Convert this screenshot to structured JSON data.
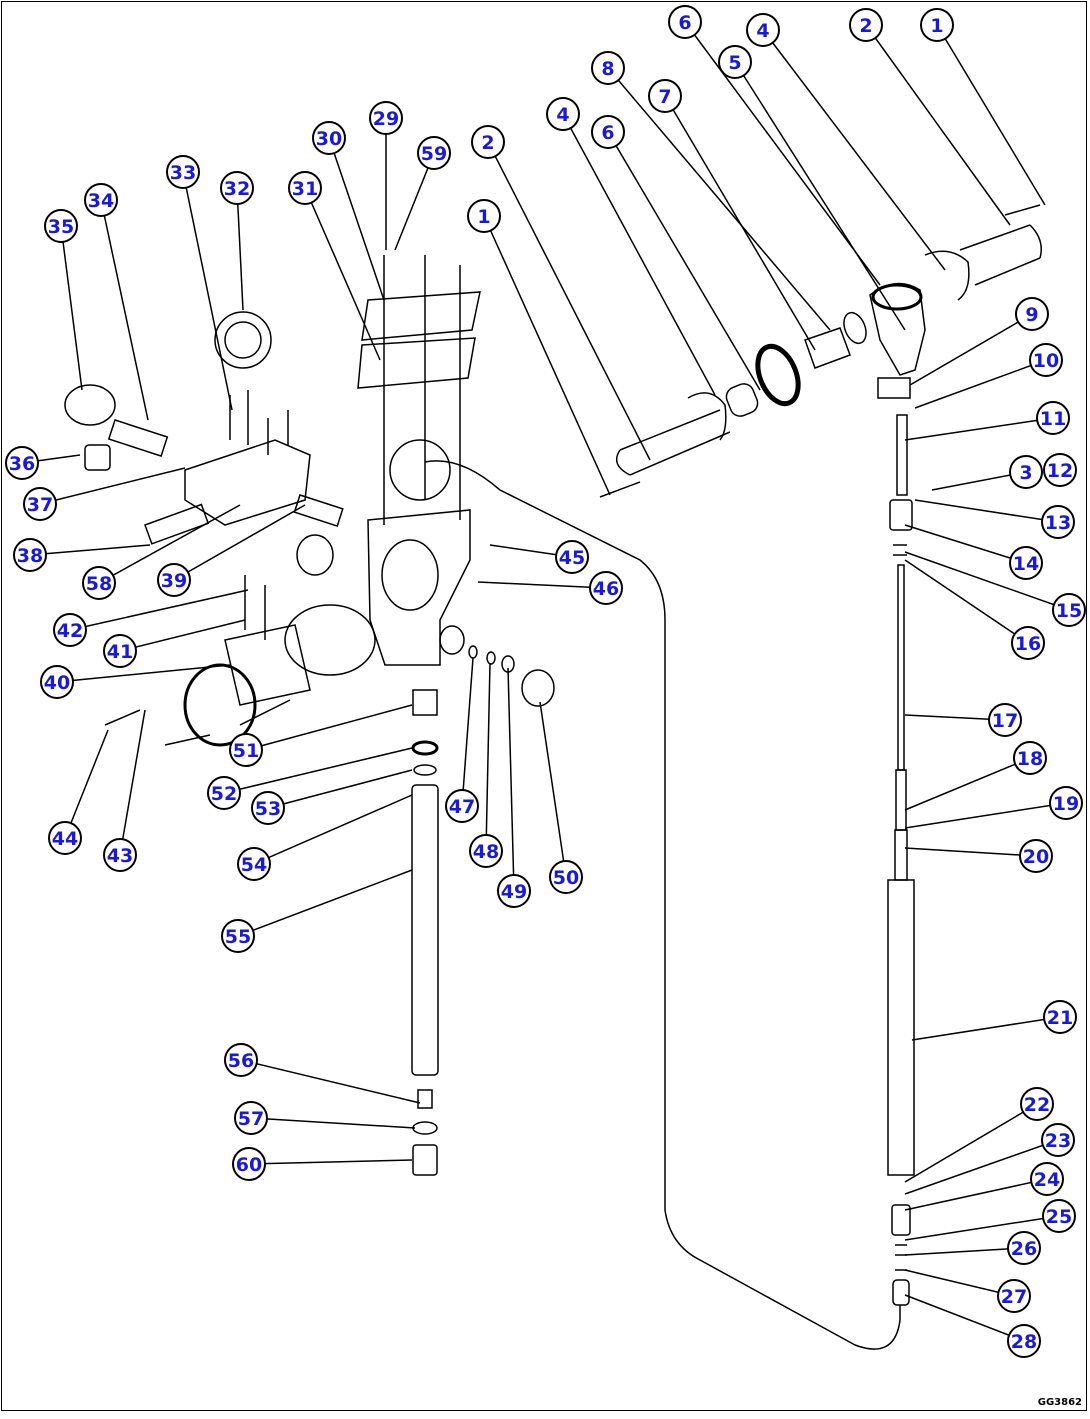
{
  "callouts": [
    "1",
    "2",
    "3",
    "4",
    "5",
    "6",
    "7",
    "8",
    "9",
    "10",
    "11",
    "12",
    "13",
    "14",
    "15",
    "16",
    "17",
    "18",
    "19",
    "20",
    "21",
    "22",
    "23",
    "24",
    "25",
    "26",
    "27",
    "28",
    "29",
    "30",
    "31",
    "32",
    "33",
    "34",
    "35",
    "36",
    "37",
    "38",
    "39",
    "40",
    "41",
    "42",
    "43",
    "44",
    "45",
    "46",
    "47",
    "48",
    "49",
    "50",
    "51",
    "52",
    "53",
    "54",
    "55",
    "56",
    "57",
    "58",
    "59",
    "60"
  ],
  "drawing_code": "GG3862",
  "colors": {
    "callout_text": "#1a1ad6",
    "callout_fill": "#ffffff",
    "line": "#000000"
  }
}
